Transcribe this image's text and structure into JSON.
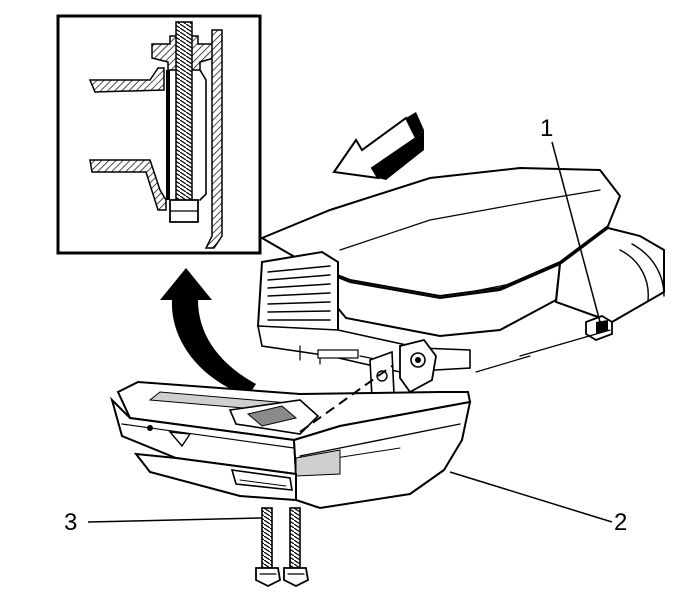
{
  "callouts": {
    "one": "1",
    "two": "2",
    "three": "3"
  },
  "colors": {
    "ink": "#000000",
    "paper": "#ffffff",
    "shade": "#cfcfcf",
    "dark_shade": "#8a8a8a"
  }
}
